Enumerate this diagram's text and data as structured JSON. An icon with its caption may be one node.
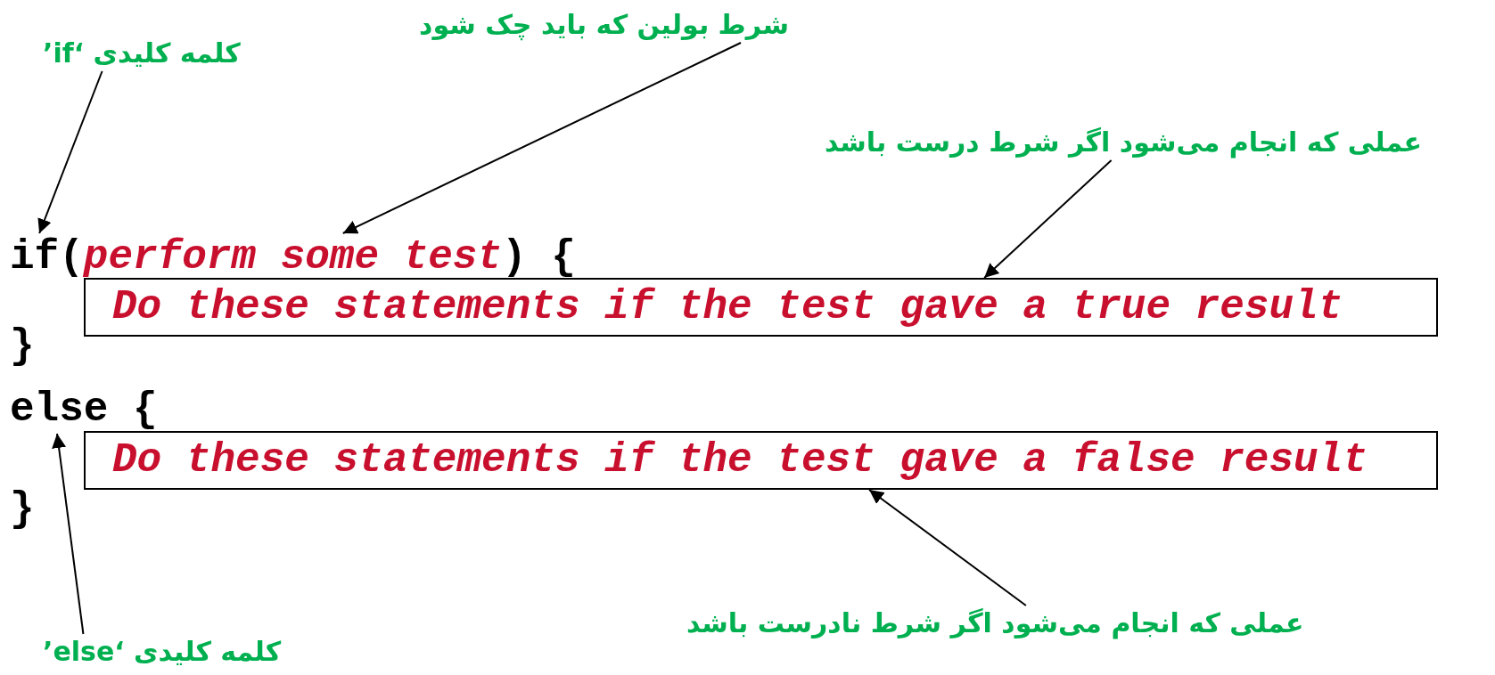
{
  "diagram": {
    "nodes": [
      {
        "text": [
          "کلمه کلیدی ‘if’"
        ]
      },
      {
        "text": [
          "شرط بولین که باید چک شود"
        ]
      },
      {
        "text": [
          "عملی که انجام می‌شود اگر شرط درست باشد"
        ]
      },
      {
        "text": [
          "if"
        ]
      },
      {
        "text": [
          "perform some test"
        ]
      },
      {
        "text": [
          "Do these statements if the test gave a true result"
        ]
      },
      {
        "text": [
          "else"
        ]
      },
      {
        "text": [
          "Do these statements if the test gave a false result"
        ]
      },
      {
        "text": [
          "عملی که انجام می‌شود اگر شرط نادرست باشد"
        ]
      },
      {
        "text": [
          "کلمه کلیدی ‘else’"
        ]
      }
    ],
    "edges": [
      {
        "from": 0,
        "to": 3,
        "arrow": "to"
      },
      {
        "from": 1,
        "to": 4,
        "arrow": "to"
      },
      {
        "from": 2,
        "to": 5,
        "arrow": "to"
      },
      {
        "from": 8,
        "to": 7,
        "arrow": "to"
      },
      {
        "from": 9,
        "to": 6,
        "arrow": "to"
      }
    ],
    "labels": [
      "(",
      ") {",
      "}",
      "{",
      "}"
    ]
  }
}
